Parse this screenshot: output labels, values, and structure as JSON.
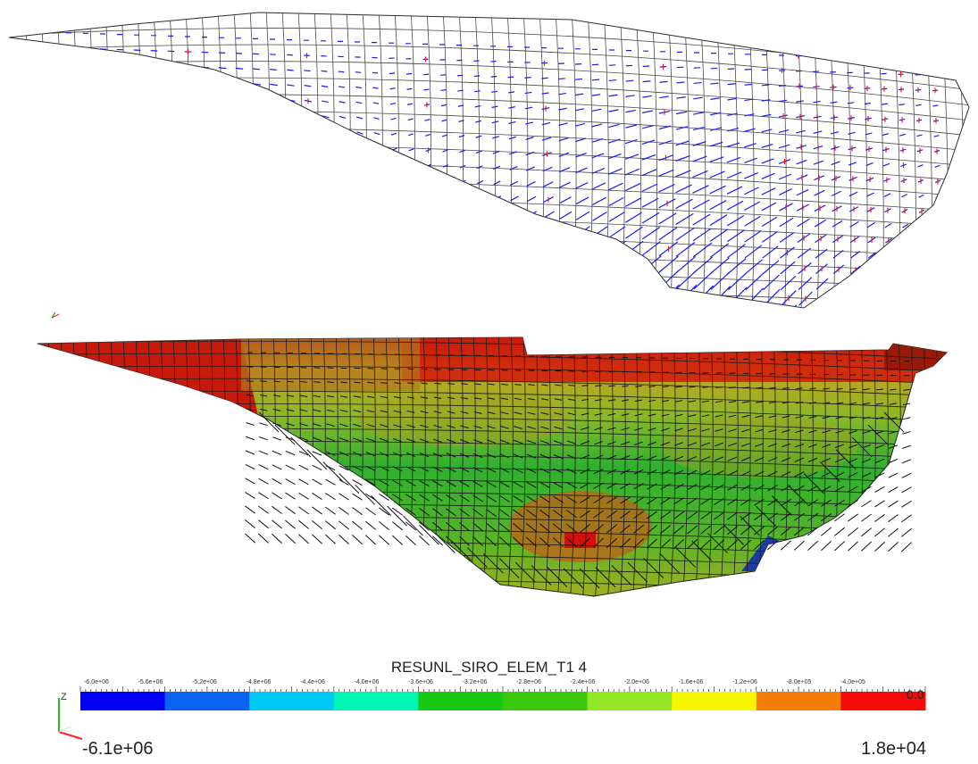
{
  "colorbar": {
    "title": "RESUNL_SIRO_ELEM_T1 4",
    "min_label": "-6.1e+06",
    "max_label": "1.8e+04",
    "zero_label": "0.0",
    "tick_labels": [
      "-6.0e+06",
      "-5.6e+06",
      "-5.2e+06",
      "-4.8e+06",
      "-4.4e+06",
      "-4.0e+06",
      "-3.6e+06",
      "-3.2e+06",
      "-2.8e+06",
      "-2.4e+06",
      "-2.0e+06",
      "-1.6e+06",
      "-1.2e+06",
      "-8.0e+05",
      "-4.0e+05"
    ],
    "colors": [
      "#0000f5",
      "#0a64f0",
      "#00c8f5",
      "#00f5b4",
      "#19c814",
      "#3cc80a",
      "#96e628",
      "#f5f500",
      "#f57d0a",
      "#f50a0a"
    ]
  },
  "axes_triad": {
    "z_label": "Z",
    "x_color": "#ff2020",
    "y_color": "#20c020",
    "z_color": "#20c020"
  },
  "mesh_colors": {
    "lines": "#2a2a2a",
    "vectors_top": "#1a1aff",
    "vectors_red": "#ff1010",
    "vectors_bottom": "#111111"
  }
}
